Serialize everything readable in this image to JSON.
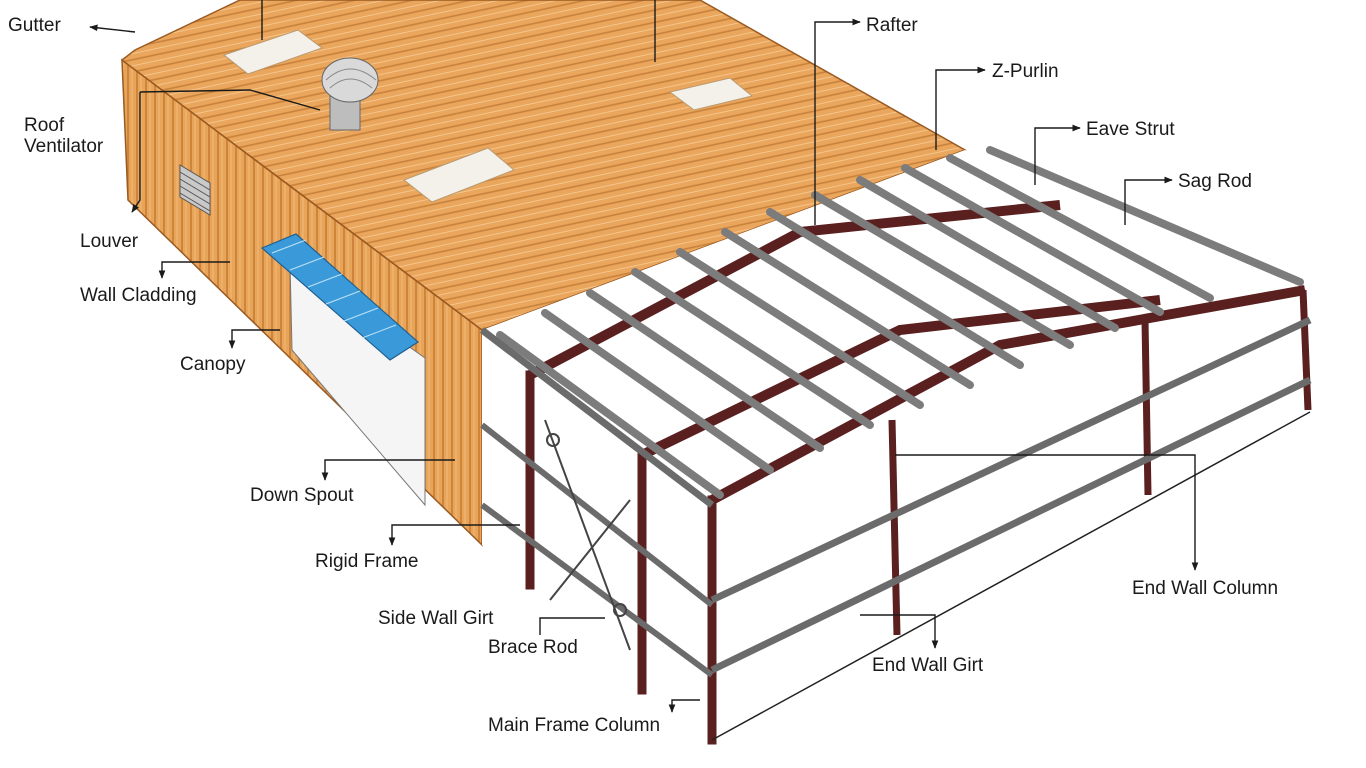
{
  "labels": {
    "gutter": "Gutter",
    "roof_ventilator": "Roof\nVentilator",
    "louver": "Louver",
    "wall_cladding": "Wall Cladding",
    "canopy": "Canopy",
    "down_spout": "Down Spout",
    "rigid_frame": "Rigid Frame",
    "side_wall_girt": "Side Wall Girt",
    "brace_rod": "Brace Rod",
    "main_frame_column": "Main Frame Column",
    "rafter": "Rafter",
    "z_purlin": "Z-Purlin",
    "eave_strut": "Eave Strut",
    "sag_rod": "Sag Rod",
    "end_wall_column": "End Wall Column",
    "end_wall_girt": "End Wall Girt"
  },
  "colors": {
    "roof_sheeting": "#e9a55a",
    "wall_cladding": "#e6a050",
    "steel_frame": "#5a1f1f",
    "purlin": "#7c7c7c",
    "canopy": "#3a9ad9",
    "skylight": "#f4f1ea",
    "ventilator": "#c8c8c8",
    "leader_line": "#1a1a1a"
  }
}
